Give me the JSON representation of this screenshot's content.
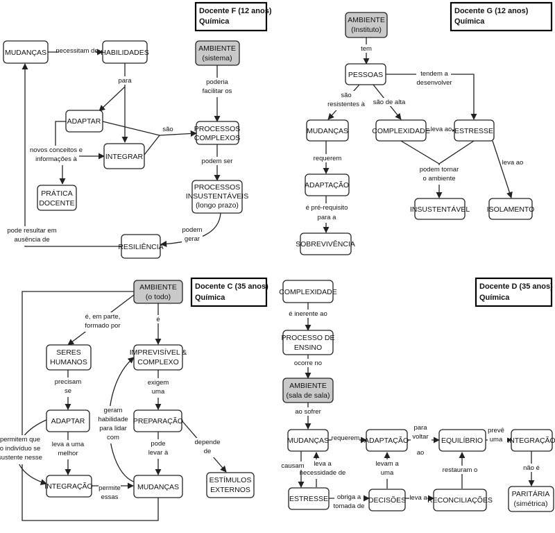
{
  "diagrams": {
    "F": {
      "header": [
        "Docente F (12 anos)",
        "Química"
      ],
      "nodes": {
        "mudancas": [
          "MUDANÇAS"
        ],
        "habilidades": [
          "HABILIDADES"
        ],
        "ambiente": [
          "AMBIENTE",
          "(sistema)"
        ],
        "adaptar": [
          "ADAPTAR"
        ],
        "integrar": [
          "INTEGRAR"
        ],
        "processos_complexos": [
          "PROCESSOS",
          "COMPLEXOS"
        ],
        "pratica": [
          "PRÁTICA",
          "DOCENTE"
        ],
        "insustentaveis": [
          "PROCESSOS",
          "INSUSTENTÁVEIS",
          "(longo prazo)"
        ],
        "resiliencia": [
          "RESILIÊNCIA"
        ]
      },
      "labels": {
        "necessitam": [
          "necessitam de"
        ],
        "para": [
          "para"
        ],
        "poderia": [
          "poderia",
          "facilitar os"
        ],
        "sao": [
          "são"
        ],
        "novos": [
          "novos conceitos e",
          "informações à"
        ],
        "podem_ser": [
          "podem ser"
        ],
        "podem_gerar": [
          "podem",
          "gerar"
        ],
        "pode_resultar": [
          "pode resultar em",
          "ausência de"
        ]
      }
    },
    "G": {
      "header": [
        "Docente  G (12 anos)",
        "Química"
      ],
      "nodes": {
        "ambiente": [
          "AMBIENTE",
          "(Instituto)"
        ],
        "pessoas": [
          "PESSOAS"
        ],
        "mudancas": [
          "MUDANÇAS"
        ],
        "complexidade": [
          "COMPLEXIDADE"
        ],
        "estresse": [
          "ESTRESSE"
        ],
        "adaptacao": [
          "ADAPTAÇÃO"
        ],
        "insustentavel": [
          "INSUSTENTÁVEL"
        ],
        "isolamento": [
          "ISOLAMENTO"
        ],
        "sobrevivencia": [
          "SOBREVIVÊNCIA"
        ]
      },
      "labels": {
        "tem": [
          "tem"
        ],
        "tendem": [
          "tendem a",
          "desenvolver"
        ],
        "resistentes": [
          "são",
          "resistentes à"
        ],
        "alta": [
          "são de alta"
        ],
        "leva_ao": [
          "leva ao"
        ],
        "leva_ao2": [
          "leva ao"
        ],
        "requerem": [
          "requerem"
        ],
        "podem_tornar": [
          "podem tornar",
          "o ambiente"
        ],
        "pre_requisito": [
          "é pré-requisito",
          "para a"
        ]
      }
    },
    "C": {
      "header": [
        "Docente C (35 anos)",
        "Química"
      ],
      "nodes": {
        "ambiente": [
          "AMBIENTE",
          "(o todo)"
        ],
        "seres": [
          "SERES",
          "HUMANOS"
        ],
        "imprevisivel": [
          "IMPREVISÍVEL &",
          "COMPLEXO"
        ],
        "adaptar": [
          "ADAPTAR"
        ],
        "preparacao": [
          "PREPARAÇÃO"
        ],
        "integracao": [
          "INTEGRAÇÃO"
        ],
        "mudancas": [
          "MUDANÇAS"
        ],
        "estimulos": [
          "ESTÍMULOS",
          "EXTERNOS"
        ]
      },
      "labels": {
        "formado": [
          "é, em parte,",
          "formado por"
        ],
        "e": [
          "é"
        ],
        "precisam": [
          "precisam",
          "se"
        ],
        "exigem": [
          "exigem",
          "uma"
        ],
        "geram": [
          "geram",
          "habilidade",
          "para lidar",
          "com"
        ],
        "leva_melhor": [
          "leva a uma",
          "melhor"
        ],
        "pode_levar": [
          "pode",
          "levar à"
        ],
        "depende": [
          "depende",
          "de"
        ],
        "permitem": [
          "permitem que",
          "o indivíduo se",
          "sustente nesse"
        ],
        "permite": [
          "permite",
          "essas"
        ]
      }
    },
    "D": {
      "header": [
        "Docente  D (35 anos)",
        "Química"
      ],
      "nodes": {
        "complexidade": [
          "COMPLEXIDADE"
        ],
        "processo": [
          "PROCESSO DE",
          "ENSINO"
        ],
        "ambiente": [
          "AMBIENTE",
          "(sala de sala)"
        ],
        "mudancas": [
          "MUDANÇAS"
        ],
        "adaptacao": [
          "ADAPTAÇÃO"
        ],
        "equilibrio": [
          "EQUILÍBRIO"
        ],
        "integracao": [
          "INTEGRAÇÃO"
        ],
        "estresse": [
          "ESTRESSE"
        ],
        "decisoes": [
          "DECISÕES"
        ],
        "reconciliacoes": [
          "RECONCILIAÇÕES"
        ],
        "paritaria": [
          "PARITÁRIA",
          "(simétrica)"
        ]
      },
      "labels": {
        "inerente": [
          "é inerente ao"
        ],
        "ocorre": [
          "ocorre no"
        ],
        "sofrer": [
          "ao sofrer"
        ],
        "requerem": [
          "requerem"
        ],
        "para_voltar": [
          "para",
          "voltar",
          "ao"
        ],
        "preve": [
          "prevê",
          "uma"
        ],
        "causam": [
          "causam"
        ],
        "necessidade": [
          "leva a",
          "necessidade de"
        ],
        "levam": [
          "levam a",
          "uma"
        ],
        "restauram": [
          "restauram o"
        ],
        "nao_e": [
          "não é"
        ],
        "obriga": [
          "obriga a",
          "tomada de"
        ],
        "leva_a": [
          "leva a"
        ]
      }
    }
  }
}
